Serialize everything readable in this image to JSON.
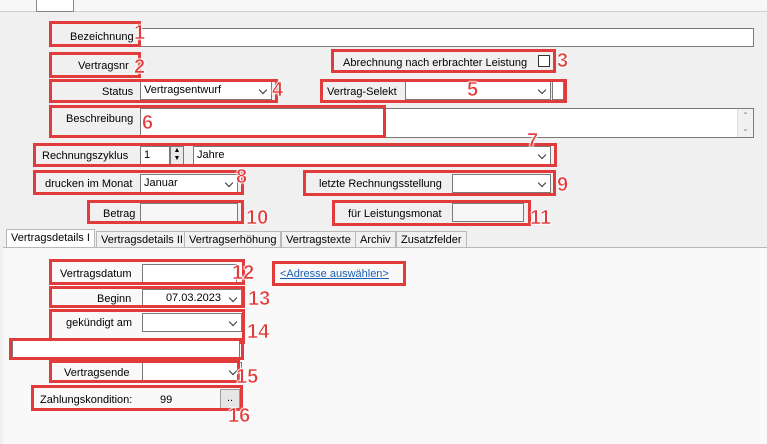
{
  "form": {
    "bezeichnung_label": "Bezeichnung",
    "vertragsnr_label": "Vertragsnr",
    "abrechnung_label": "Abrechnung nach erbrachter Leistung",
    "status_label": "Status",
    "status_value": "Vertragsentwurf",
    "vertrag_selekt_label": "Vertrag-Selekt",
    "beschreibung_label": "Beschreibung",
    "rechnungszyklus_label": "Rechnungszyklus",
    "rechnungszyklus_value": "1",
    "rechnungszyklus_unit": "Jahre",
    "drucken_label": "drucken im Monat",
    "drucken_value": "Januar",
    "letzte_label": "letzte Rechnungsstellung",
    "betrag_label": "Betrag",
    "leistungsmonat_label": "für Leistungsmonat"
  },
  "tabs": [
    "Vertragsdetails I",
    "Vertragsdetails II",
    "Vertragserhöhung",
    "Vertragstexte",
    "Archiv",
    "Zusatzfelder"
  ],
  "details": {
    "vertragsdatum_label": "Vertragsdatum",
    "adresse_link": "<Adresse auswählen>",
    "beginn_label": "Beginn",
    "beginn_value": "07.03.2023",
    "gekuendigt_label": "gekündigt am",
    "vertragsende_label": "Vertragsende",
    "zahlungskondition_label": "Zahlungskondition:",
    "zahlungskondition_value": "99",
    "zahlungskondition_btn": ".."
  },
  "markers": [
    "1",
    "2",
    "3",
    "4",
    "5",
    "6",
    "7",
    "8",
    "9",
    "10",
    "11",
    "12",
    "13",
    "14",
    "15",
    "16"
  ],
  "colors": {
    "annotation": "#e23b3b",
    "link": "#1a5fb4"
  }
}
